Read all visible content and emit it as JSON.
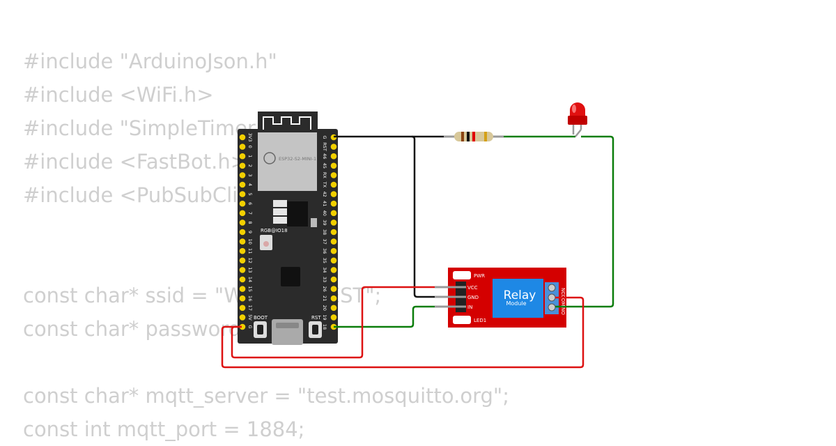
{
  "code_lines": [
    "#include \"ArduinoJson.h\"",
    "#include <WiFi.h>",
    "#include \"SimpleTimer.h\"",
    "#include <FastBot.h>",
    "#include <PubSubClient.h>",
    "",
    "",
    "const char* ssid = \"Wokwi-GUEST\";",
    "const char* password = \"\";",
    "",
    "const char* mqtt_server = \"test.mosquitto.org\";",
    "const int mqtt_port = 1884;"
  ],
  "board": {
    "module_label": "ESP32-S2-MINI-1",
    "rgb_label": "RGB@IO18",
    "boot_label": "BOOT",
    "rst_label": "RST",
    "left_pins": [
      "3V3",
      "0",
      "1",
      "2",
      "3",
      "4",
      "5",
      "6",
      "7",
      "8",
      "9",
      "10",
      "11",
      "12",
      "13",
      "14",
      "15",
      "16",
      "17",
      "5V",
      "G"
    ],
    "right_pins": [
      "G",
      "RST",
      "46",
      "45",
      "RX",
      "TX",
      "42",
      "41",
      "40",
      "39",
      "38",
      "37",
      "36",
      "35",
      "34",
      "33",
      "26",
      "21",
      "20",
      "19",
      "18"
    ]
  },
  "relay": {
    "title": "Relay",
    "subtitle": "Module",
    "pwr_label": "PWR",
    "led_label": "LED1",
    "pins": [
      "VCC",
      "GND",
      "IN"
    ],
    "terminals": [
      "NC",
      "COM",
      "NO"
    ]
  },
  "colors": {
    "wire_black": "#111111",
    "wire_green": "#0a7d0a",
    "wire_red": "#dd1111",
    "board": "#2b2b2b",
    "pin_gold": "#f2d000",
    "relay_red": "#d40000",
    "relay_blue": "#1e88e5",
    "led_red": "#e01010"
  }
}
